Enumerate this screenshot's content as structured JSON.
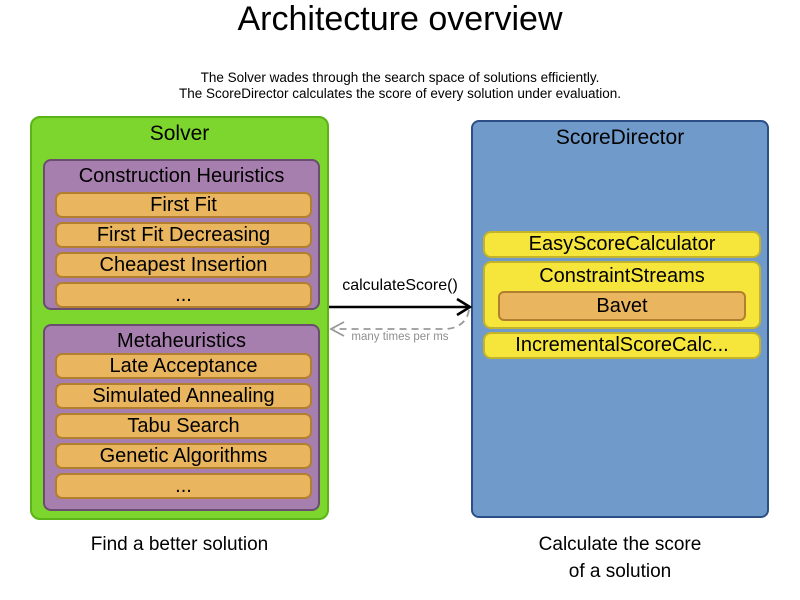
{
  "header": {
    "title": "Architecture overview",
    "subtitle_line1": "The Solver wades through the search space of solutions efficiently.",
    "subtitle_line2": "The ScoreDirector calculates the score of every solution under evaluation."
  },
  "solver": {
    "label": "Solver",
    "caption": "Find a better solution",
    "construction_heuristics": {
      "label": "Construction Heuristics",
      "items": [
        "First Fit",
        "First Fit Decreasing",
        "Cheapest Insertion",
        "..."
      ]
    },
    "metaheuristics": {
      "label": "Metaheuristics",
      "items": [
        "Late Acceptance",
        "Simulated Annealing",
        "Tabu Search",
        "Genetic Algorithms",
        "..."
      ]
    }
  },
  "score_director": {
    "label": "ScoreDirector",
    "caption_line1": "Calculate the score",
    "caption_line2": "of a solution",
    "items": {
      "easy": "EasyScoreCalculator",
      "constraint_streams": "ConstraintStreams",
      "constraint_streams_child": "Bavet",
      "incremental": "IncrementalScoreCalc..."
    }
  },
  "arrow": {
    "call_label": "calculateScore()",
    "frequency_label": "many times per ms"
  },
  "colors": {
    "solver_green": "#7cd62d",
    "phase_purple": "#a77fae",
    "algorithm_orange": "#e9b55e",
    "director_blue": "#6f9aca",
    "calculator_yellow": "#f6e63c",
    "dashed_arrow_gray": "#999999",
    "background": "#ffffff"
  }
}
